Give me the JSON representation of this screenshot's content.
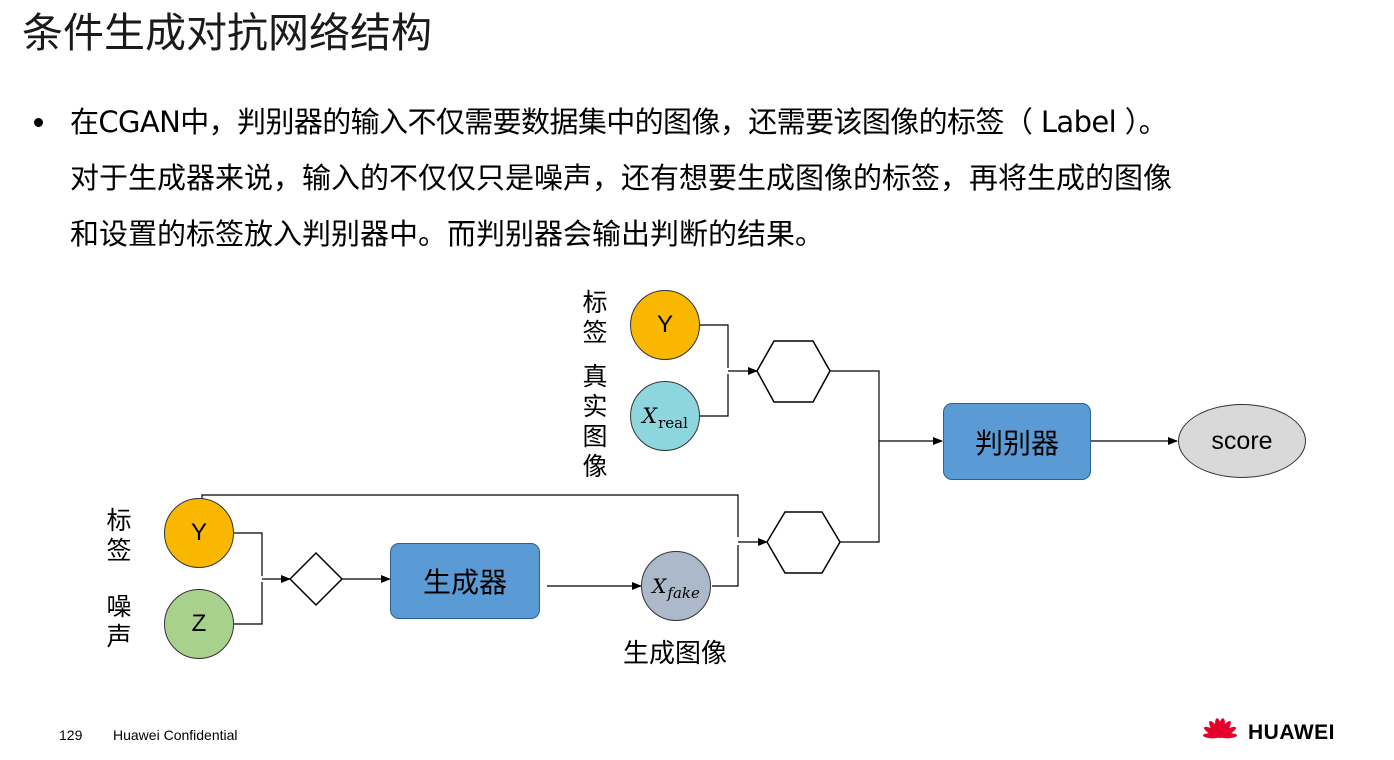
{
  "slide": {
    "title": "条件生成对抗网络结构",
    "bullet_lines": [
      "在CGAN中，判别器的输入不仅需要数据集中的图像，还需要该图像的标签（ Label ）。",
      "对于生成器来说，输入的不仅仅只是噪声，还有想要生成图像的标签，再将生成的图像",
      "和设置的标签放入判别器中。而判别器会输出判断的结果。"
    ]
  },
  "diagram": {
    "label_top": "标签",
    "real_image_label": "真实图像",
    "label_bottom": "标签",
    "noise_label": "噪声",
    "y_top": "Y",
    "x_real": {
      "base": "X",
      "sub": "real"
    },
    "y_bottom": "Y",
    "z": "Z",
    "generator": "生成器",
    "x_fake": {
      "base": "X",
      "sub": "fake"
    },
    "generated_image_caption": "生成图像",
    "discriminator": "判别器",
    "score": "score"
  },
  "colors": {
    "label_circle": "#f9b700",
    "real_circle": "#8dd6dd",
    "noise_circle": "#a9d18e",
    "fake_circle": "#acb9ca",
    "process_box": "#5b9bd5",
    "score_ellipse": "#d9d9d9",
    "brand_red": "#e4002b"
  },
  "footer": {
    "page_number": "129",
    "confidential": "Huawei Confidential",
    "brand": "HUAWEI"
  }
}
